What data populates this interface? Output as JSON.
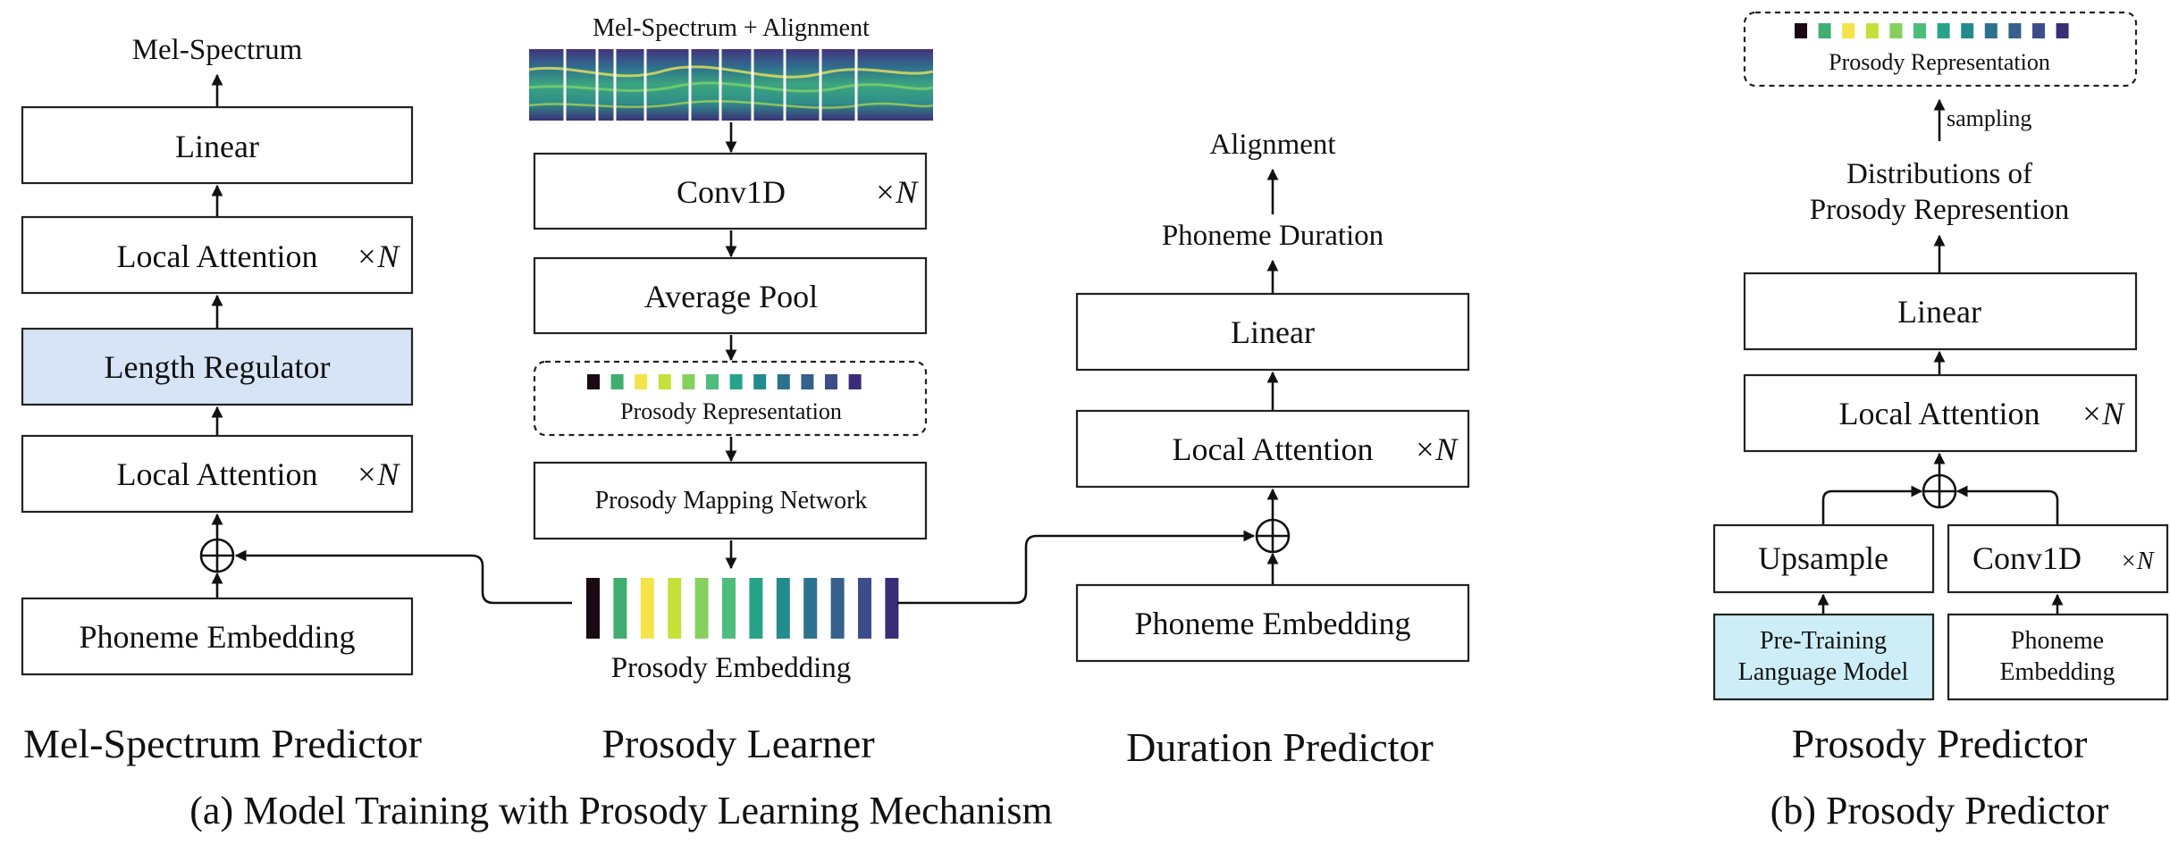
{
  "mel_predictor": {
    "output": "Mel-Spectrum",
    "linear": "Linear",
    "local_attention_top": "Local Attention",
    "length_regulator": "Length Regulator",
    "local_attention_bottom": "Local Attention",
    "phoneme_embedding": "Phoneme Embedding",
    "title": "Mel-Spectrum Predictor"
  },
  "prosody_learner": {
    "input": "Mel-Spectrum + Alignment",
    "conv1d": "Conv1D",
    "average_pool": "Average Pool",
    "prosody_representation": "Prosody Representation",
    "mapping_network": "Prosody Mapping Network",
    "prosody_embedding": "Prosody Embedding",
    "title": "Prosody Learner"
  },
  "duration_predictor": {
    "alignment": "Alignment",
    "phoneme_duration": "Phoneme Duration",
    "linear": "Linear",
    "local_attention": "Local Attention",
    "phoneme_embedding": "Phoneme Embedding",
    "title": "Duration Predictor"
  },
  "prosody_predictor": {
    "prosody_representation": "Prosody Representation",
    "sampling": "sampling",
    "distributions_line1": "Distributions of",
    "distributions_line2": "Prosody Represention",
    "linear": "Linear",
    "local_attention": "Local Attention",
    "upsample": "Upsample",
    "conv1d": "Conv1D",
    "plm_line1": "Pre-Training",
    "plm_line2": "Language Model",
    "phoneme_line1": "Phoneme",
    "phoneme_line2": "Embedding",
    "title": "Prosody Predictor"
  },
  "repeat_marker": "×N",
  "caption_a": "(a)  Model Training with Prosody Learning Mechanism",
  "caption_b": "(b)  Prosody Predictor",
  "colors": {
    "length_regulator_fill": "#d6e4f5",
    "language_model_fill": "#cdeef6",
    "prosody_palette": [
      "#1a0a14",
      "#3fae6e",
      "#f4e34a",
      "#c5e03b",
      "#86d15e",
      "#4dbd7c",
      "#27a488",
      "#238a8d",
      "#2c728e",
      "#35618b",
      "#3e4c8a",
      "#3b2c78"
    ]
  }
}
